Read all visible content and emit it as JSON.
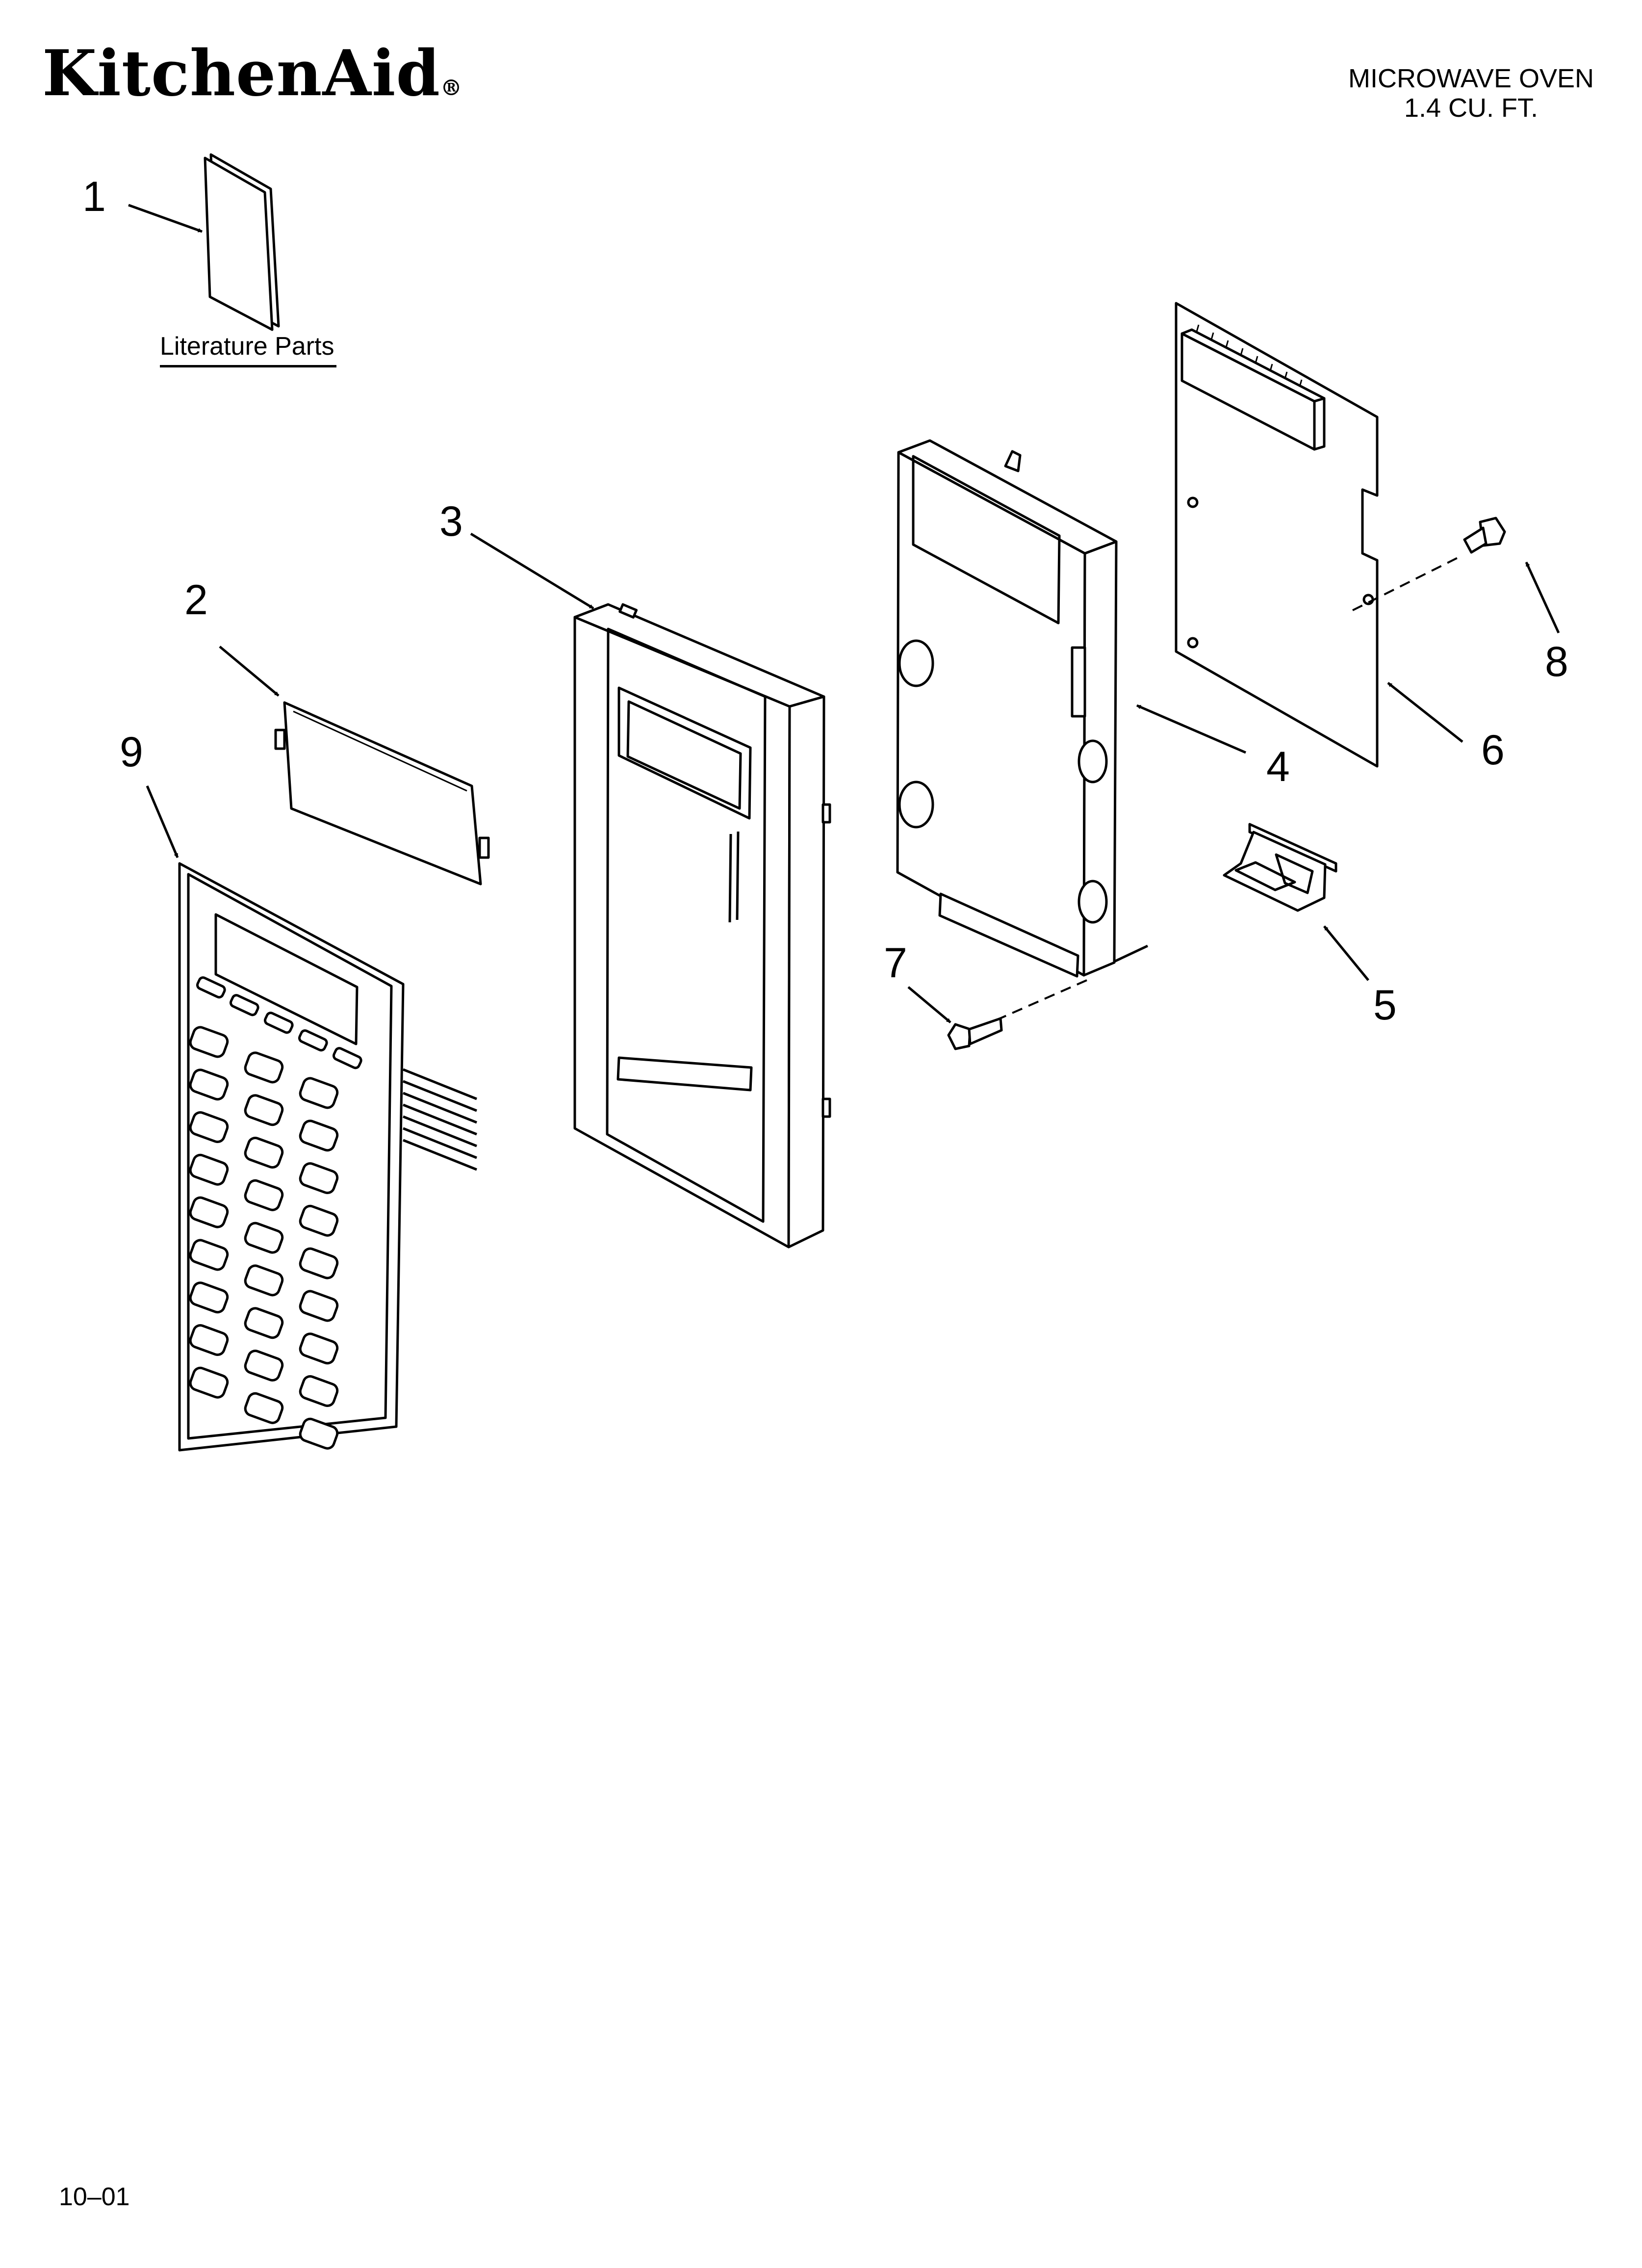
{
  "header": {
    "brand": "KitchenAid",
    "brand_mark": "®",
    "model_line_1": "MICROWAVE OVEN",
    "model_line_2": "1.4 CU. FT."
  },
  "literature": {
    "label": "Literature Parts"
  },
  "callouts": {
    "c1": "1",
    "c2": "2",
    "c3": "3",
    "c4": "4",
    "c5": "5",
    "c6": "6",
    "c7": "7",
    "c8": "8",
    "c9": "9"
  },
  "footer": {
    "code": "10–01"
  }
}
